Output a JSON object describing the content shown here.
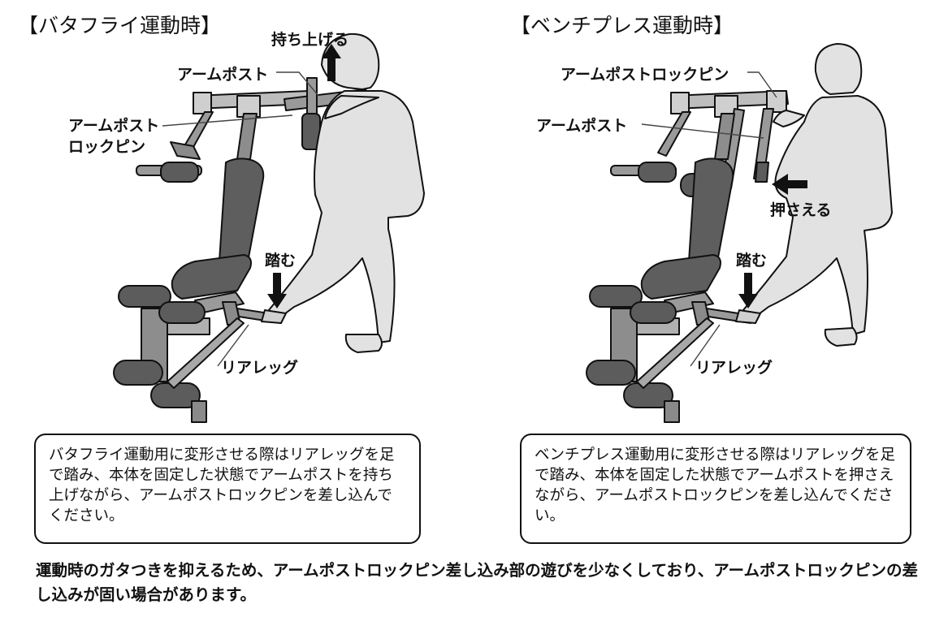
{
  "left": {
    "title": "【バタフライ運動時】",
    "labels": {
      "lift": "持ち上げる",
      "arm_post": "アームポスト",
      "arm_post_lock_pin_1": "アームポスト",
      "arm_post_lock_pin_2": "ロックピン",
      "step": "踏む",
      "rear_leg": "リアレッグ"
    },
    "note": "バタフライ運動用に変形させる際はリアレッグを足で踏み、本体を固定した状態でアームポストを持ち上げながら、アームポストロックピンを差し込んでください。"
  },
  "right": {
    "title": "【ベンチプレス運動時】",
    "labels": {
      "arm_post_lock_pin": "アームポストロックピン",
      "arm_post": "アームポスト",
      "press": "押さえる",
      "step": "踏む",
      "rear_leg": "リアレッグ"
    },
    "note": "ベンチプレス運動用に変形させる際はリアレッグを足で踏み、本体を固定した状態でアームポストを押さえながら、アームポストロックピンを差し込んでください。"
  },
  "footer": "運動時のガタつきを抑えるため、アームポストロックピン差し込み部の遊びを少なくしており、アームポストロックピンの差し込みが固い場合があります。"
}
